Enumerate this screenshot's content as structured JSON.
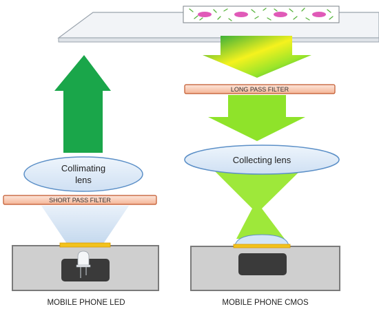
{
  "labels": {
    "short_pass_filter": "SHORT PASS FILTER",
    "long_pass_filter": "LONG PASS FILTER",
    "collimating_lens_line1": "Collimating",
    "collimating_lens_line2": "lens",
    "collecting_lens": "Collecting lens",
    "mobile_phone_led": "MOBILE PHONE LED",
    "mobile_phone_cmos": "MOBILE PHONE CMOS"
  },
  "colors": {
    "excitation_arrow": "#1aa64a",
    "emission_arrow": "#8fe32a",
    "filter_fill": "#f7c9b4",
    "filter_border": "#c0562a",
    "lens_fill": "#ddebf7",
    "lens_border": "#5b8fc7",
    "phone_body": "#cfcfcf",
    "phone_border": "#7a7a7a",
    "led_strip": "#f2c21d",
    "cells": "#e05ab8"
  }
}
